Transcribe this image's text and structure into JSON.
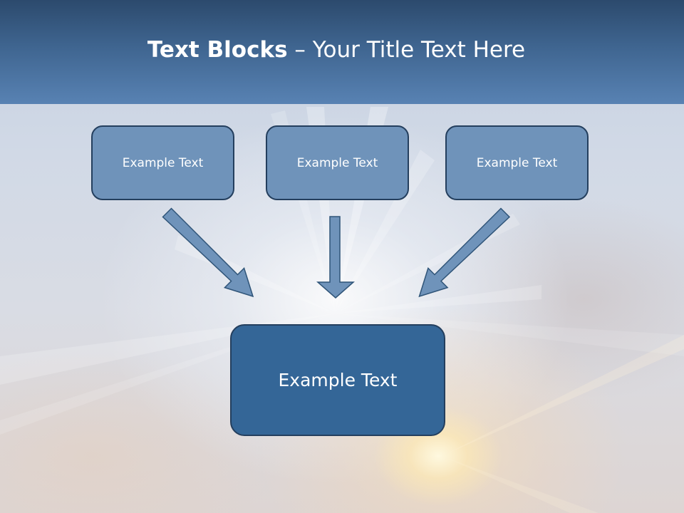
{
  "slide": {
    "title_bold": "Text Blocks",
    "title_rest": " – Your Title Text Here"
  },
  "boxes": {
    "left": "Example Text",
    "center": "Example Text",
    "right": "Example Text",
    "main": "Example Text"
  },
  "colors": {
    "header": "#3f6590",
    "small_box_fill": "#6f93ba",
    "main_box_fill": "#346697",
    "box_border": "#243f5e",
    "arrow_fill": "#6f93ba"
  }
}
